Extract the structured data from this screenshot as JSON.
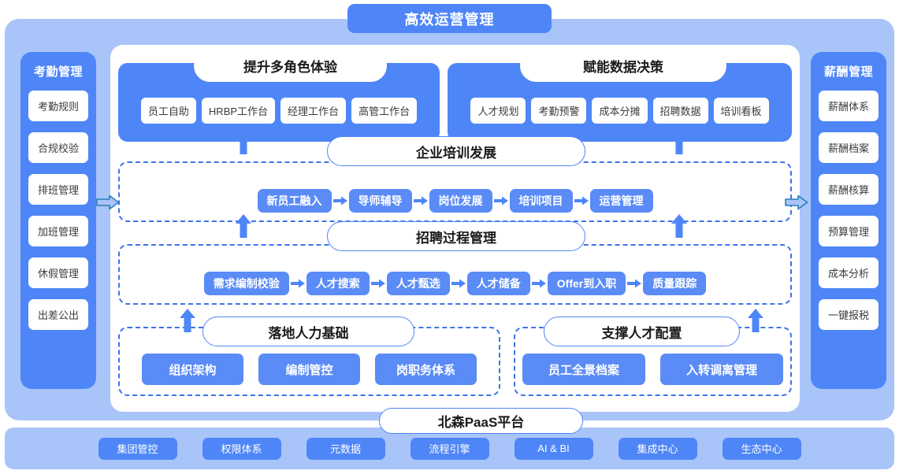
{
  "header": {
    "title": "高效运营管理"
  },
  "colors": {
    "brand_blue": "#4f86f7",
    "panel_blue": "#5a8bf6",
    "container_light_blue": "#a9c4f9",
    "dash_border": "#3c74ea",
    "white": "#ffffff"
  },
  "left_sidebar": {
    "title": "考勤管理",
    "items": [
      {
        "label": "考勤规则"
      },
      {
        "label": "合规校验"
      },
      {
        "label": "排班管理"
      },
      {
        "label": "加班管理"
      },
      {
        "label": "休假管理"
      },
      {
        "label": "出差公出"
      }
    ]
  },
  "right_sidebar": {
    "title": "薪酬管理",
    "items": [
      {
        "label": "薪酬体系"
      },
      {
        "label": "薪酬档案"
      },
      {
        "label": "薪酬核算"
      },
      {
        "label": "预算管理"
      },
      {
        "label": "成本分析"
      },
      {
        "label": "一键报税"
      }
    ]
  },
  "top_panels": [
    {
      "title": "提升多角色体验",
      "items": [
        {
          "label": "员工自助"
        },
        {
          "label": "HRBP工作台"
        },
        {
          "label": "经理工作台"
        },
        {
          "label": "高管工作台"
        }
      ]
    },
    {
      "title": "赋能数据决策",
      "items": [
        {
          "label": "人才规划"
        },
        {
          "label": "考勤预警"
        },
        {
          "label": "成本分摊"
        },
        {
          "label": "招聘数据"
        },
        {
          "label": "培训看板"
        }
      ]
    }
  ],
  "sections": [
    {
      "title": "企业培训发展",
      "steps": [
        {
          "label": "新员工融入"
        },
        {
          "label": "导师辅导"
        },
        {
          "label": "岗位发展"
        },
        {
          "label": "培训项目"
        },
        {
          "label": "运营管理"
        }
      ]
    },
    {
      "title": "招聘过程管理",
      "steps": [
        {
          "label": "需求编制校验"
        },
        {
          "label": "人才搜索"
        },
        {
          "label": "人才甄选"
        },
        {
          "label": "人才储备"
        },
        {
          "label": "Offer到入职"
        },
        {
          "label": "质量跟踪"
        }
      ]
    },
    {
      "title": "落地人力基础",
      "steps": [
        {
          "label": "组织架构"
        },
        {
          "label": "编制管控"
        },
        {
          "label": "岗职务体系"
        }
      ]
    },
    {
      "title": "支撑人才配置",
      "steps": [
        {
          "label": "员工全景档案"
        },
        {
          "label": "入转调离管理"
        }
      ]
    }
  ],
  "platform": {
    "label": "北森PaaS平台"
  },
  "bottom_bar": {
    "items": [
      {
        "label": "集团管控"
      },
      {
        "label": "权限体系"
      },
      {
        "label": "元数据"
      },
      {
        "label": "流程引擎"
      },
      {
        "label": "AI & BI"
      },
      {
        "label": "集成中心"
      },
      {
        "label": "生态中心"
      }
    ]
  }
}
